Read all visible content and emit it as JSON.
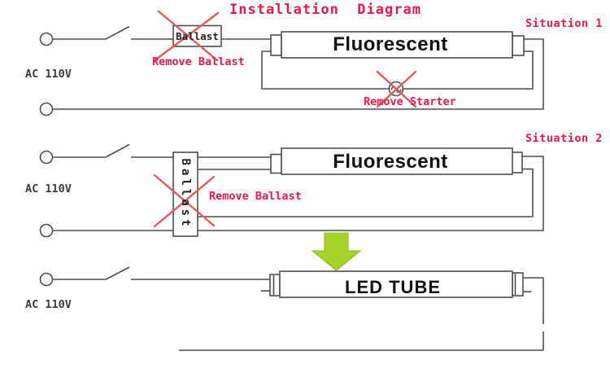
{
  "title": "Installation  Diagram",
  "colors": {
    "accent_red": "#e6194b",
    "cross_red": "#e05c5c",
    "wire_gray": "#4f4f4f",
    "arrow_green": "#a6d32a",
    "tube_text_black": "#111111"
  },
  "situation1": {
    "label": "Situation 1",
    "supply_label": "AC 110V",
    "ballast_label": "Ballast",
    "remove_ballast_label": "Remove Ballast",
    "tube_label": "Fluorescent",
    "remove_starter_label": "Remove Starter"
  },
  "situation2": {
    "label": "Situation 2",
    "supply_label": "AC 110V",
    "ballast_label": "Ballast",
    "remove_ballast_label": "Remove Ballast",
    "tube_label": "Fluorescent"
  },
  "led_section": {
    "supply_label": "AC 110V",
    "tube_label": "LED TUBE"
  }
}
